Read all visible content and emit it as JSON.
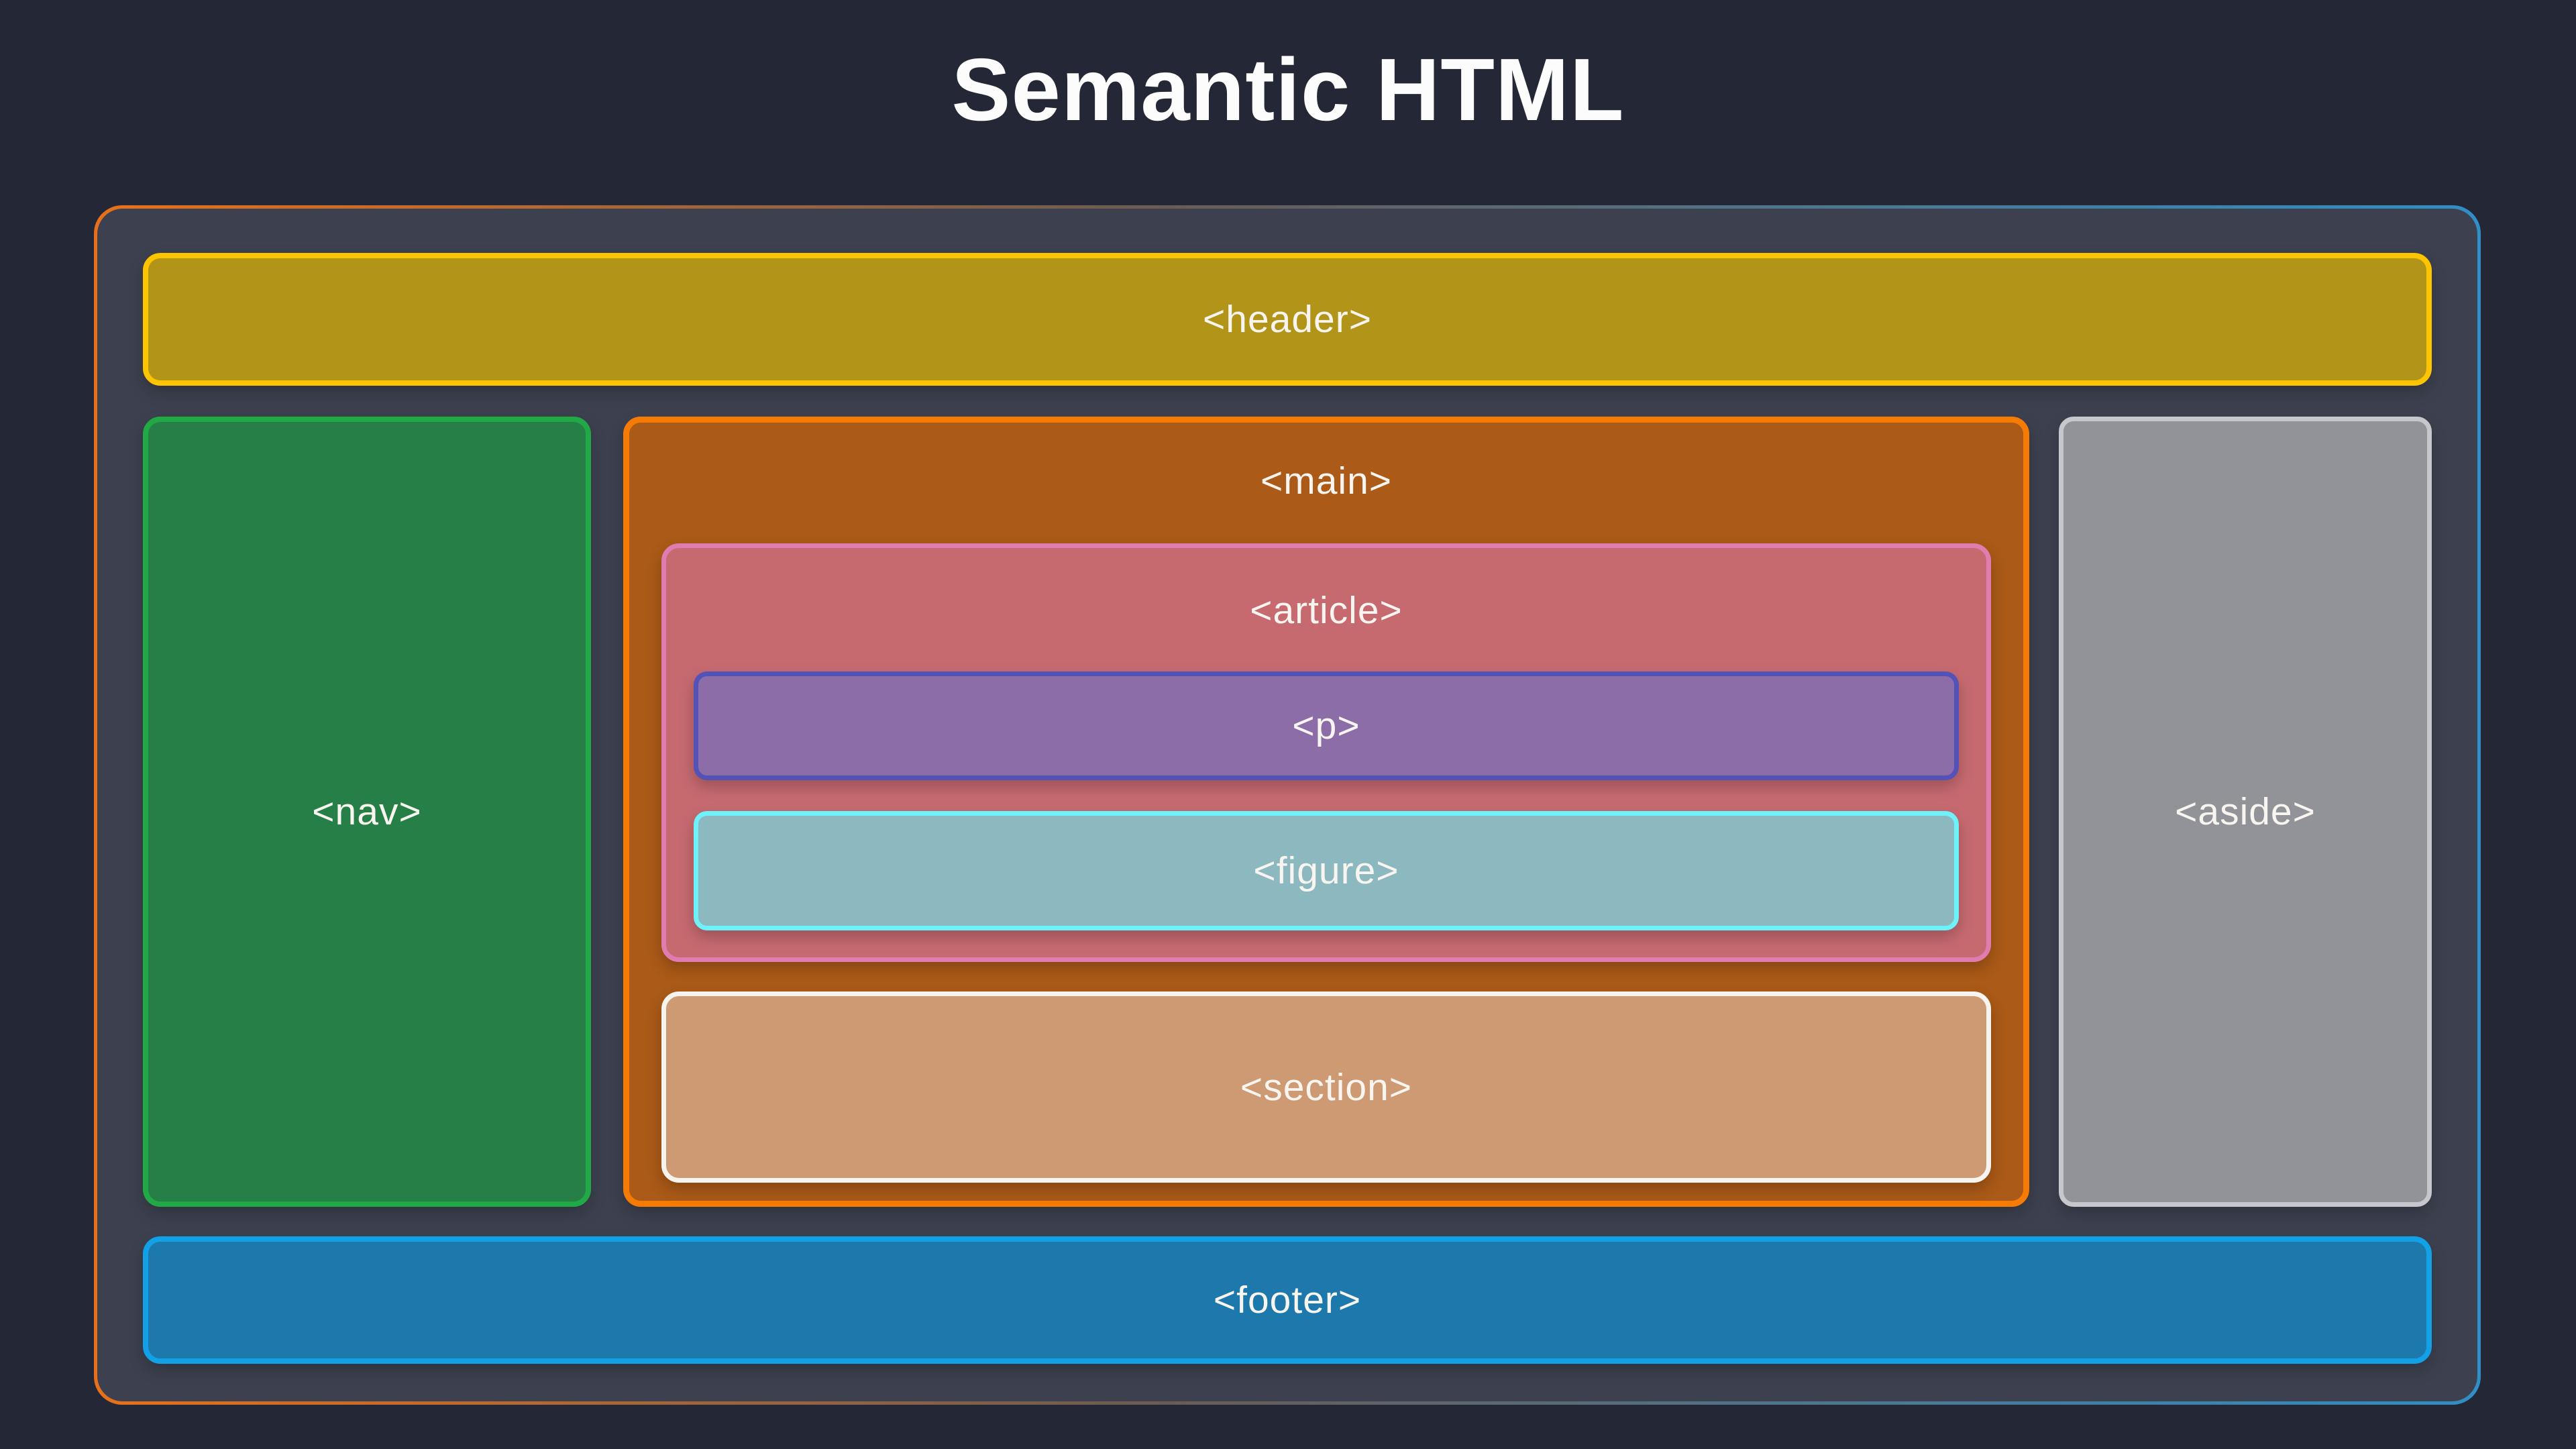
{
  "title": "Semantic HTML",
  "elements": {
    "header": {
      "label": "<header>"
    },
    "nav": {
      "label": "<nav>"
    },
    "main": {
      "label": "<main>"
    },
    "article": {
      "label": "<article>"
    },
    "p": {
      "label": "<p>"
    },
    "figure": {
      "label": "<figure>"
    },
    "section": {
      "label": "<section>"
    },
    "aside": {
      "label": "<aside>"
    },
    "footer": {
      "label": "<footer>"
    }
  },
  "palette": {
    "page_background": "#242736",
    "frame_background": "#3d414f",
    "frame_border_gradient_left": "#e8701a",
    "frame_border_gradient_right": "#2f8fc6",
    "header_fill": "#b29418",
    "header_border": "#fdc500",
    "nav_fill": "#267f47",
    "nav_border": "#21a945",
    "main_fill": "#ab5a17",
    "main_border": "#f57b05",
    "article_fill": "#c66a70",
    "article_border": "#e07cb0",
    "p_fill": "#8d6da8",
    "p_border": "#5352b8",
    "figure_fill": "#8cb8c0",
    "figure_border": "#6ef2fa",
    "section_fill": "#cd9a74",
    "section_border": "#f7f4f0",
    "aside_fill": "#919399",
    "aside_border": "#c5c7cc",
    "footer_fill": "#1d79ab",
    "footer_border": "#12a0e6",
    "label_text": "#f8f4ef",
    "title_text": "#fcfcfc"
  }
}
